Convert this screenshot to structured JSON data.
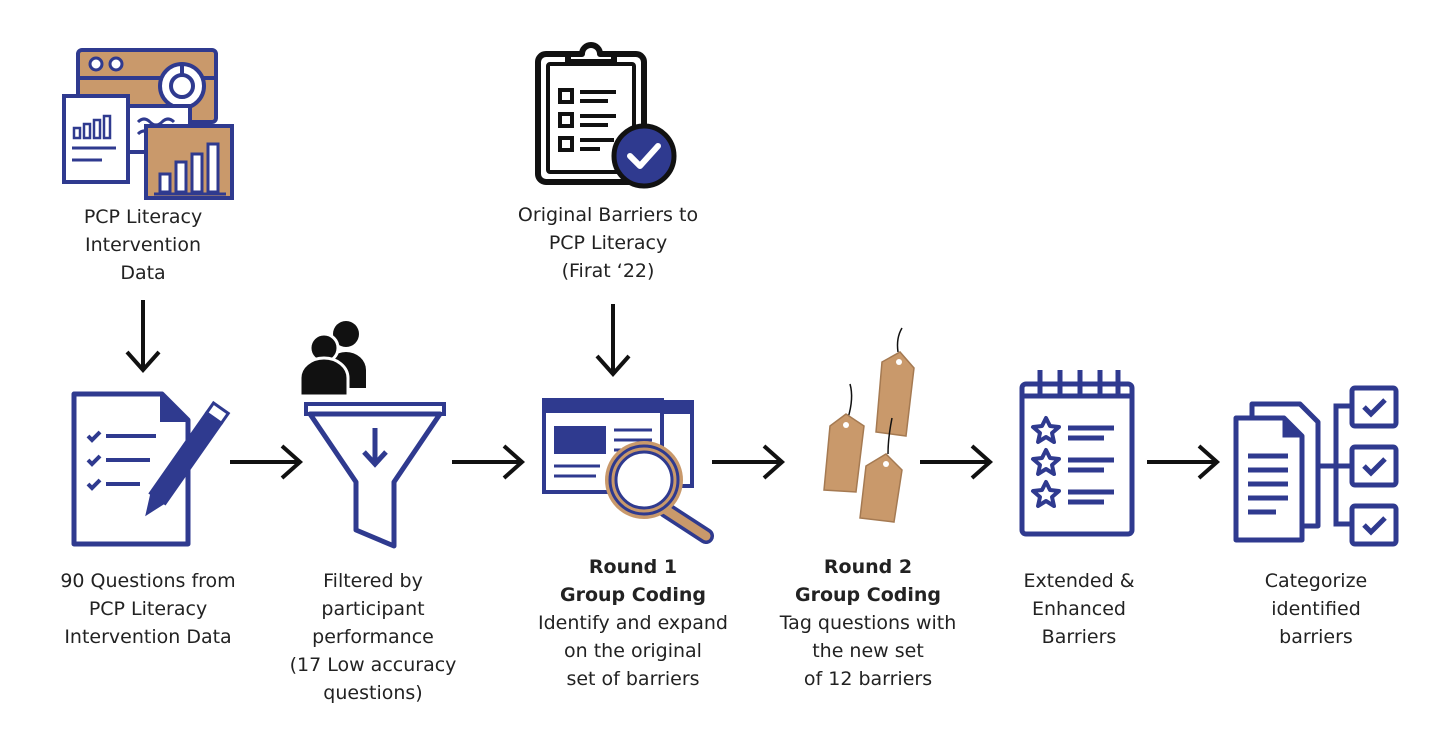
{
  "colors": {
    "navy": "#2f3a8f",
    "tan": "#c9996b",
    "black": "#111111",
    "white": "#ffffff"
  },
  "top_sources": [
    {
      "icon": "data-dashboard-icon",
      "lines": [
        "PCP Literacy",
        "Intervention",
        "Data"
      ]
    },
    {
      "icon": "clipboard-check-icon",
      "lines": [
        "Original Barriers to",
        "PCP Literacy",
        "(Firat ‘22)"
      ]
    }
  ],
  "steps": [
    {
      "icon": "document-pen-icon",
      "title": [],
      "lines": [
        "90 Questions from",
        "PCP Literacy",
        "Intervention Data"
      ]
    },
    {
      "icon": "funnel-filter-icon",
      "title": [],
      "lines": [
        "Filtered by",
        "participant",
        "performance",
        "(17 Low accuracy",
        "questions)"
      ]
    },
    {
      "icon": "browser-search-icon",
      "title": [
        "Round 1",
        "Group Coding"
      ],
      "lines": [
        "Identify and expand",
        "on the original",
        "set of barriers"
      ]
    },
    {
      "icon": "price-tags-icon",
      "title": [
        "Round 2",
        "Group Coding"
      ],
      "lines": [
        "Tag questions with",
        "the new set",
        "of 12 barriers"
      ]
    },
    {
      "icon": "star-notepad-icon",
      "title": [],
      "lines": [
        "Extended &",
        "Enhanced",
        "Barriers"
      ]
    },
    {
      "icon": "categorize-checklist-icon",
      "title": [],
      "lines": [
        "Categorize",
        "identified",
        "barriers"
      ]
    }
  ]
}
